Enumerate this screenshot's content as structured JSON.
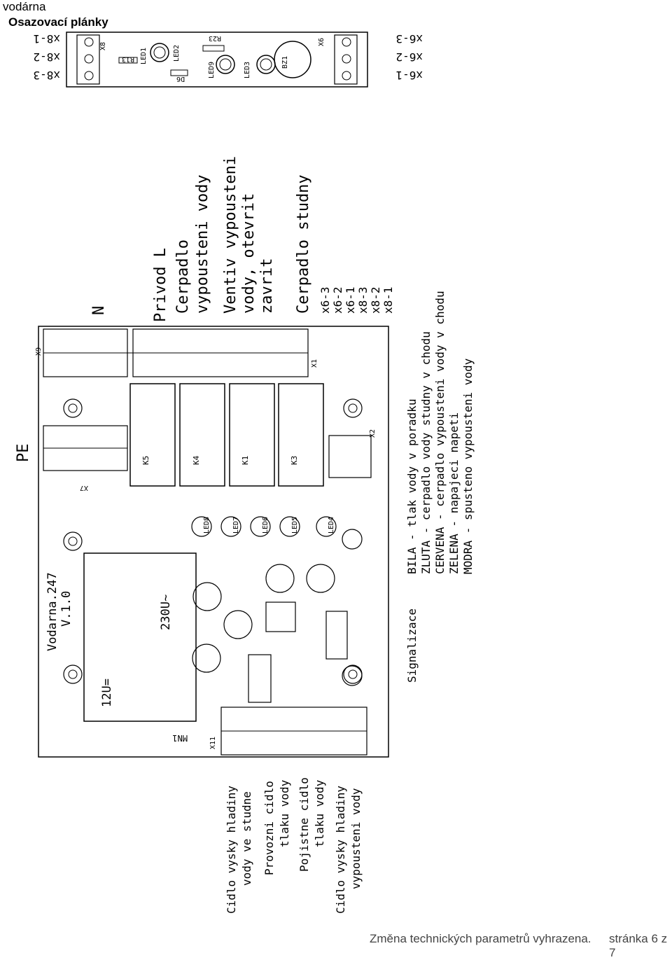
{
  "header": {
    "title": "vodárna",
    "subtitle": "Osazovací plánky"
  },
  "footer": {
    "left": "Změna technických parametrů vyhrazena.",
    "right": "stránka 6 z 7"
  },
  "top_board": {
    "x8_labels": [
      "x8-1",
      "x8-2",
      "x8-3"
    ],
    "x6_labels": [
      "x6-3",
      "x6-2",
      "x6-1"
    ],
    "components": [
      "X8",
      "R13",
      "LED1",
      "LED2",
      "D6",
      "R23",
      "LED9",
      "LED3",
      "BZ1",
      "X6"
    ]
  },
  "board": {
    "pe_label": "PE",
    "name": "Vodarna.247",
    "version": "V.1.0",
    "power_12v": "12U=",
    "power_230v": "230U~",
    "mn1": "MN1",
    "relays": [
      "K5",
      "K4",
      "K1",
      "K3"
    ],
    "leds": [
      "LED8",
      "LED7",
      "LED6",
      "LED5",
      "LED4"
    ],
    "connectors": [
      "X9",
      "X1",
      "X7",
      "X2",
      "X11"
    ]
  },
  "right_labels": [
    "N",
    "Privod L",
    "Cerpadlo",
    "vypousteni vody",
    "Ventiv vypousteni",
    "vody, otevrit",
    "zavrit",
    "Cerpadlo studny"
  ],
  "pin_labels": [
    "x6-3",
    "x6-2",
    "x6-1",
    "x8-3",
    "x8-2",
    "x8-1"
  ],
  "bottom_labels": [
    "Cidlo vysky hladiny",
    "vody ve studne",
    "Provozni cidlo",
    "tlaku vody",
    "Pojistne cidlo",
    "tlaku vody",
    "Cidlo vysky hladiny",
    "vypousteni vody"
  ],
  "signalizace": {
    "title": "Signalizace",
    "items": [
      "BILA - tlak vody v poradku",
      "ZLUTA - cerpadlo vody studny v chodu",
      "CERVENA - cerpadlo vypousteni vody v chodu",
      "ZELENA - napajeci napeti",
      "MODRA - spusteno vypousteni vody"
    ]
  }
}
